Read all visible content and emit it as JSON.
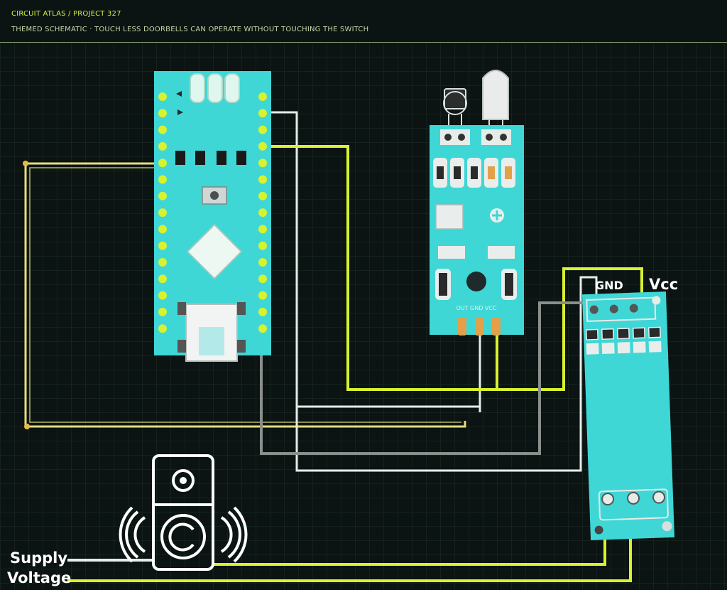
{
  "header": {
    "breadcrumb": "CIRCUIT ATLAS / PROJECT 327",
    "subtitle": "THEMED SCHEMATIC · TOUCH LESS DOORBELLS CAN OPERATE WITHOUT TOUCHING THE SWITCH"
  },
  "labels": {
    "gnd": "GND",
    "vcc": "Vcc",
    "supply_line1": "Supply",
    "supply_line2": "Voltage",
    "sensor_pins": "OUT GND VCC"
  },
  "colors": {
    "background": "#0b1412",
    "grid": "#1d2e28",
    "board": "#3fd6d6",
    "wire_yellow": "#d8f22e",
    "wire_white": "#e6ece8",
    "wire_gray": "#8a8f8c",
    "wire_pale": "#e7dc7a"
  },
  "icons": {
    "arduino": "arduino-nano-board",
    "sensor": "ir-sensor-module",
    "relay": "relay-module",
    "doorbell": "doorbell-speaker-icon"
  }
}
